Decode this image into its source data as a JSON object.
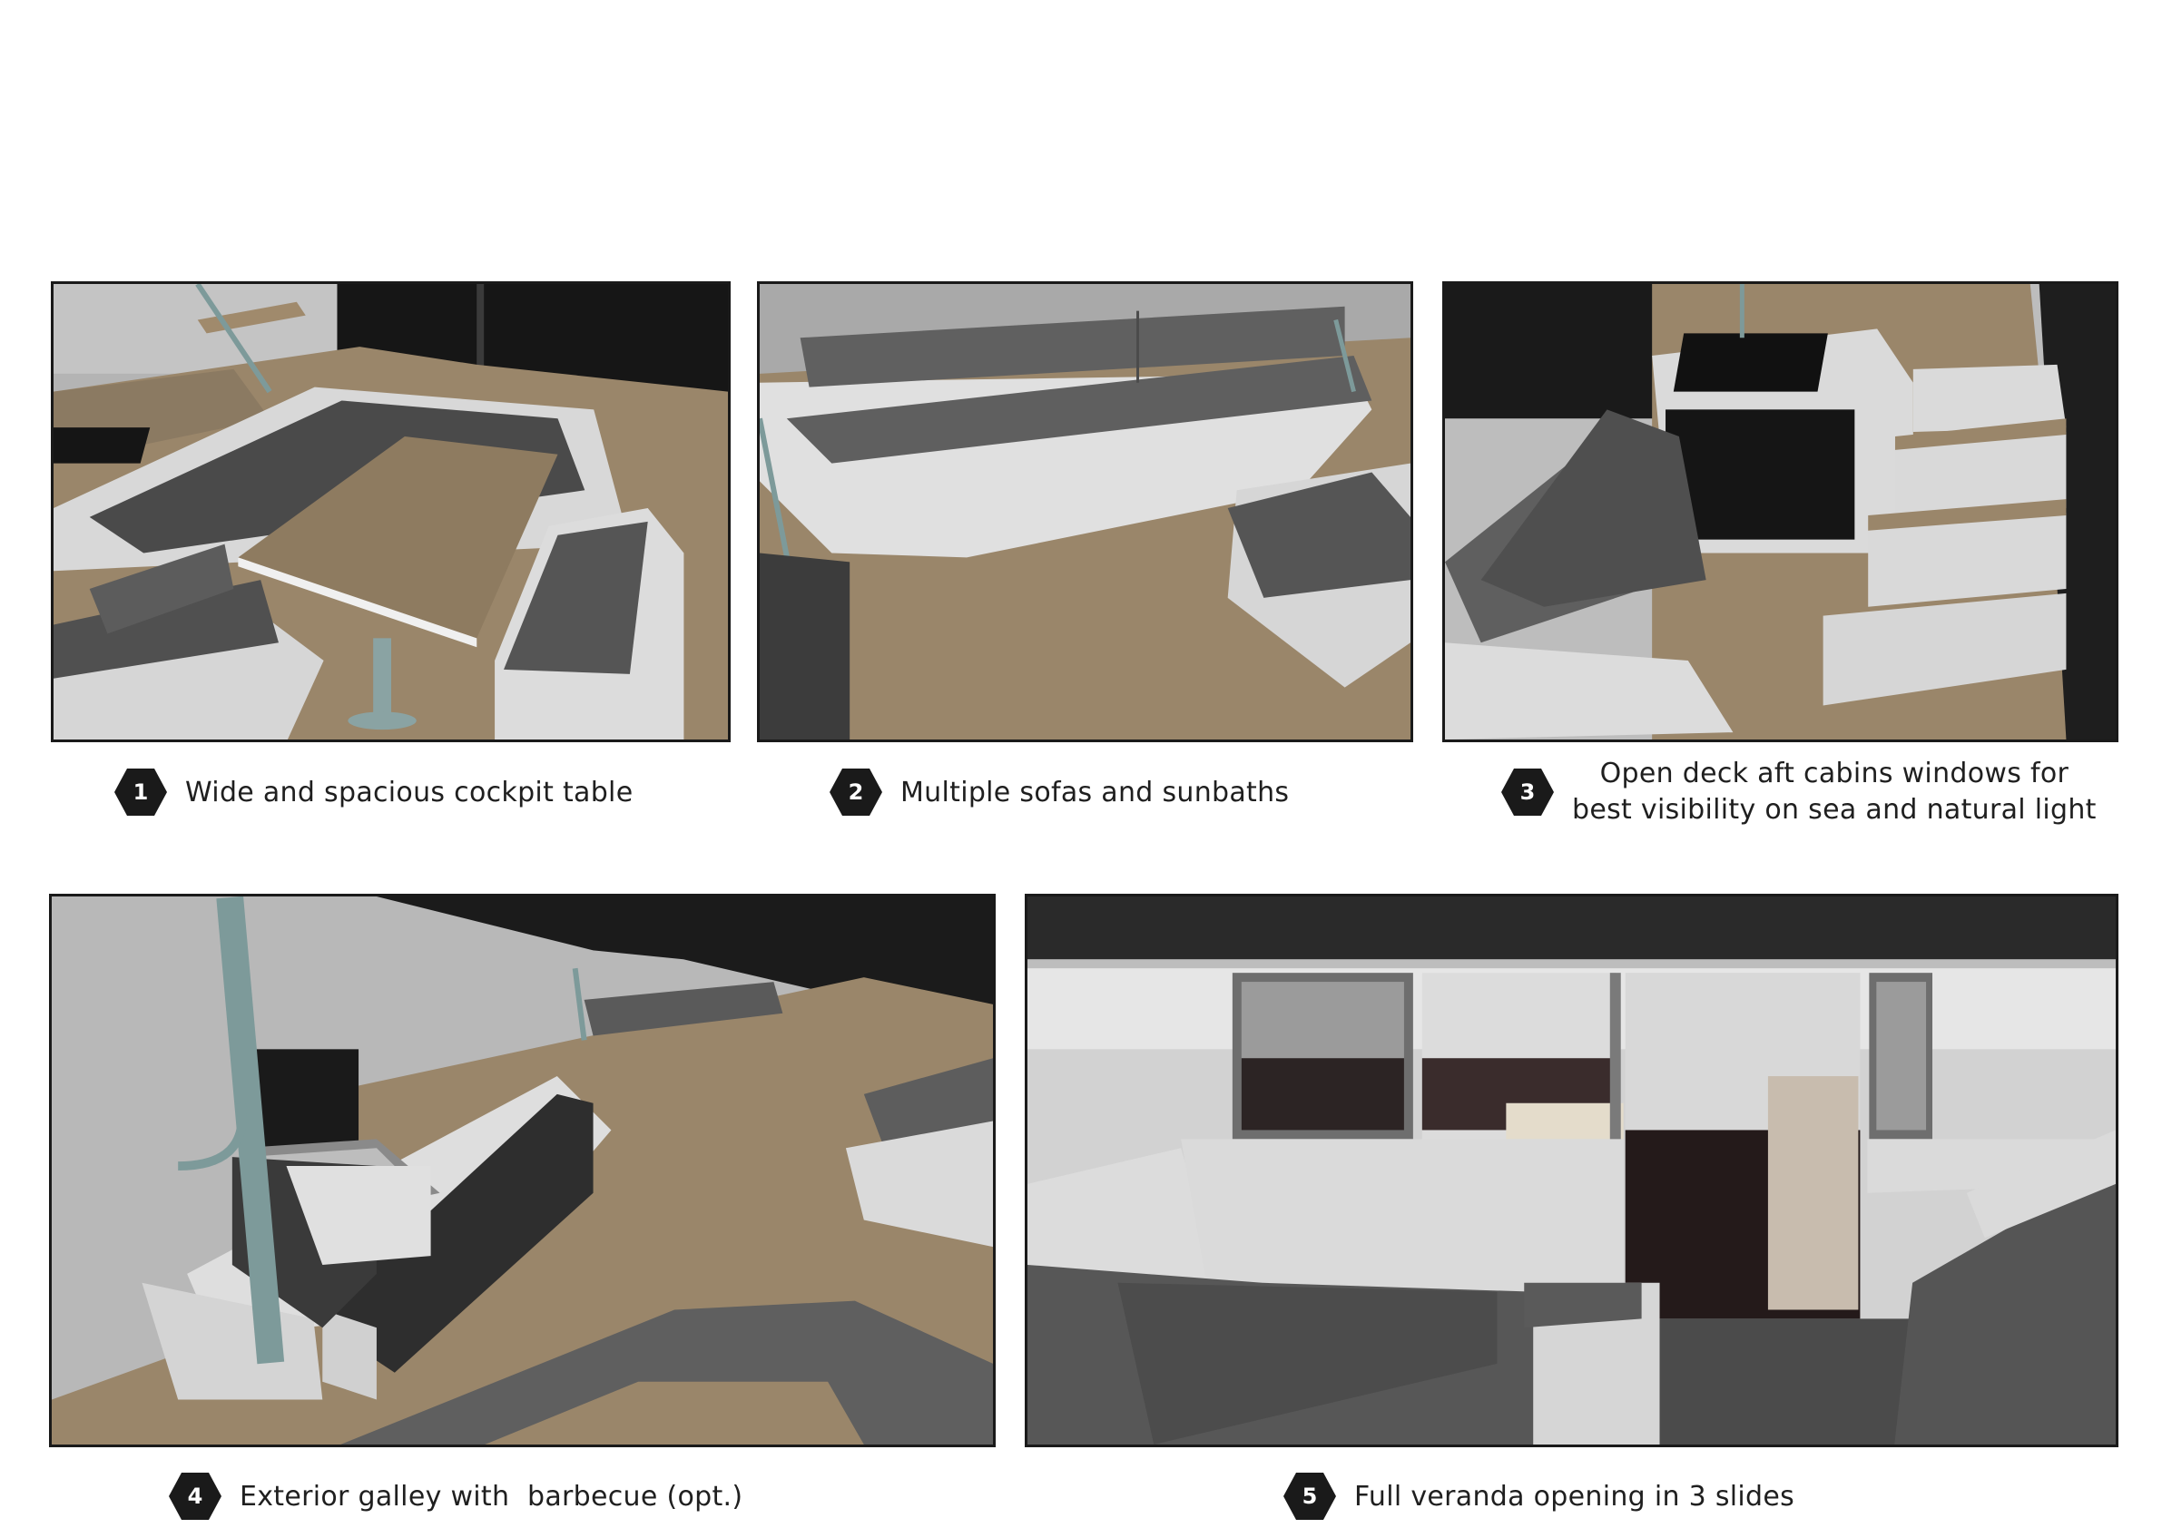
{
  "captions": [
    {
      "number": "1",
      "text": "Wide and spacious cockpit table"
    },
    {
      "number": "2",
      "text": "Multiple sofas and sunbaths"
    },
    {
      "number": "3",
      "line1": "Open deck aft cabins windows for",
      "line2": "best visibility on sea and natural light"
    },
    {
      "number": "4",
      "text": "Exterior galley with  barbecue (opt.)"
    },
    {
      "number": "5",
      "text": "Full veranda opening in 3 slides"
    }
  ],
  "colors": {
    "deck": "#9a866a",
    "cushion": "#5e5e5e",
    "hull_white": "#dadada",
    "wall_gray": "#a9a9a9",
    "dark": "#1c1c1c",
    "pole": "#7d9a9a",
    "badge": "#1a1a1a"
  }
}
